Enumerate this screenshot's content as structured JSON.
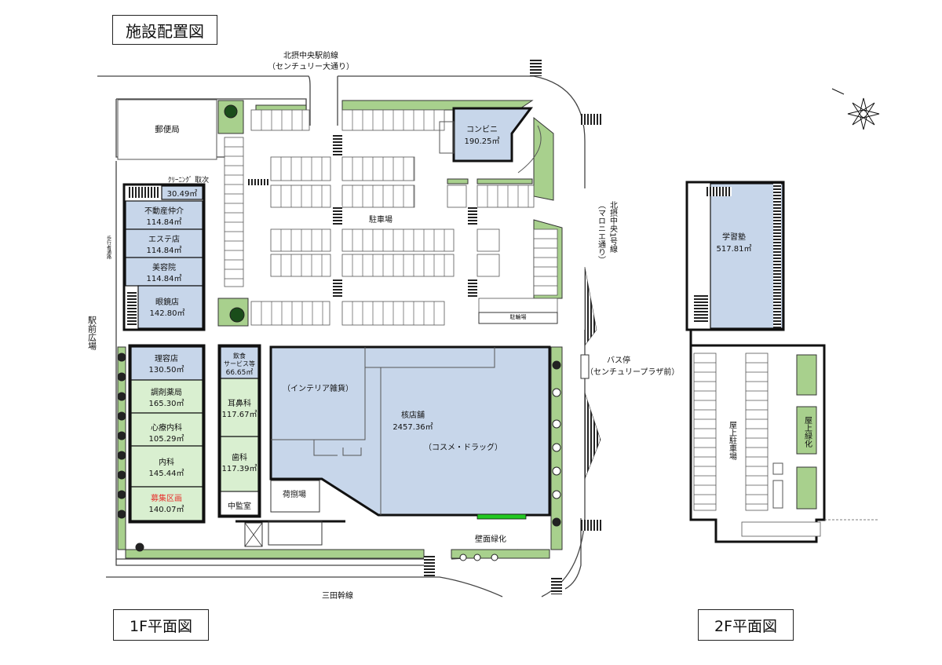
{
  "title": "施設配置図",
  "plans": {
    "floor1": "1F平面図",
    "floor2": "2F平面図"
  },
  "roads": {
    "north_name": "北摂中央駅前線",
    "north_sub": "（センチュリー大通り）",
    "east_name": "北摂中央1号線",
    "east_sub": "（マロニエ通り）",
    "south_name": "三田幹線",
    "west_name": "駅前広場"
  },
  "labels": {
    "post_office": "郵便局",
    "parking": "駐車場",
    "bicycle": "駐輪場",
    "bus_stop": "バス停",
    "bus_stop_sub": "（センチュリープラザ前）",
    "cleaning": "ｸﾘｰﾆﾝｸﾞ 取次",
    "loading": "荷捌場",
    "monitor": "中監室",
    "wall_green": "壁面緑化",
    "walkway": "歩行者通路",
    "rooftop_parking": "屋上駐車場",
    "rooftop_green": "屋上緑化"
  },
  "tenants": {
    "cleaning_area": "30.49㎡",
    "fudosan": {
      "name": "不動産仲介",
      "area": "114.84㎡"
    },
    "esthe": {
      "name": "エステ店",
      "area": "114.84㎡"
    },
    "biyoin": {
      "name": "美容院",
      "area": "114.84㎡"
    },
    "megane": {
      "name": "眼鏡店",
      "area": "142.80㎡"
    },
    "riyo": {
      "name": "理容店",
      "area": "130.50㎡"
    },
    "chozai": {
      "name": "調剤薬局",
      "area": "165.30㎡"
    },
    "shinryo": {
      "name": "心療内科",
      "area": "105.29㎡"
    },
    "naika": {
      "name": "内科",
      "area": "145.44㎡"
    },
    "boshu": {
      "name": "募集区画",
      "area": "140.07㎡"
    },
    "inshoku": {
      "name1": "飲食",
      "name2": "サービス等",
      "area": "66.65㎡"
    },
    "jibi": {
      "name": "耳鼻科",
      "area": "117.67㎡"
    },
    "shika": {
      "name": "歯科",
      "area": "117.39㎡"
    },
    "konbini": {
      "name": "コンビニ",
      "area": "190.25㎡"
    },
    "core": {
      "name": "核店舗",
      "area": "2457.36㎡",
      "sub1": "（インテリア雑貨）",
      "sub2": "（コスメ・ドラッグ）"
    },
    "gakushu": {
      "name": "学習塾",
      "area": "517.81㎡"
    }
  },
  "colors": {
    "tenant": "#c7d6ea",
    "clinic": "#d9efd0",
    "green": "#a8d08d",
    "recruit": "#e8312c",
    "wall_green": "#22c822"
  }
}
